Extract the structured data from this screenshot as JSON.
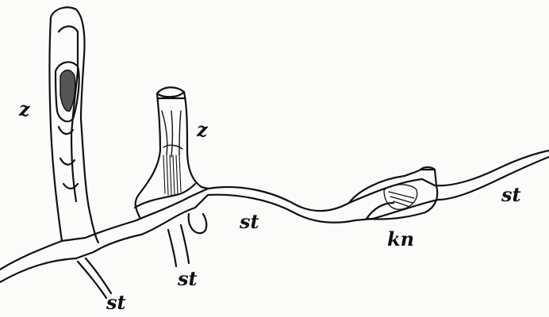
{
  "labels": {
    "zooid_left": "z",
    "zooid_center": "z",
    "stolon_bottom_left": "st",
    "stolon_bottom_center": "st",
    "stolon_middle": "st",
    "stolon_right": "st",
    "bud": "kn"
  },
  "colors": {
    "ink": "#111111",
    "paper": "#fbfbfa"
  }
}
